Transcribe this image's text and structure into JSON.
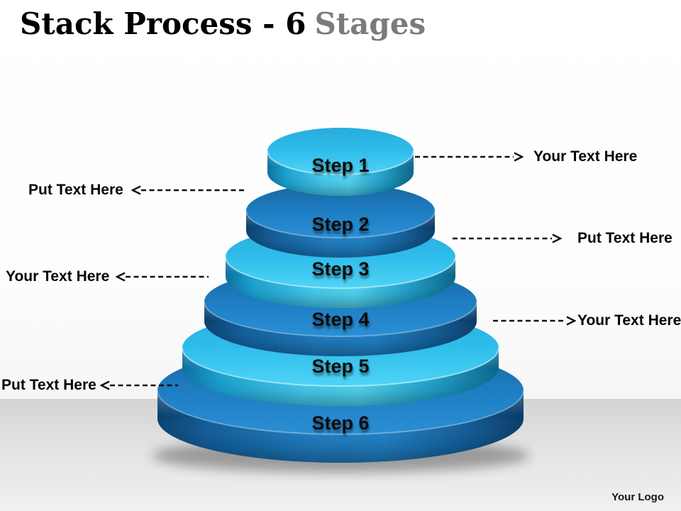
{
  "title": {
    "black": "Stack Process - 6",
    "gray": "Stages"
  },
  "steps": [
    {
      "label": "Step 1"
    },
    {
      "label": "Step 2"
    },
    {
      "label": "Step 3"
    },
    {
      "label": "Step 4"
    },
    {
      "label": "Step 5"
    },
    {
      "label": "Step 6"
    }
  ],
  "callouts": [
    {
      "text": "Your Text Here",
      "side": "right"
    },
    {
      "text": "Put Text Here",
      "side": "left"
    },
    {
      "text": "Put Text Here",
      "side": "right"
    },
    {
      "text": "Your Text Here",
      "side": "left"
    },
    {
      "text": "Your Text Here",
      "side": "right"
    },
    {
      "text": "Put Text Here",
      "side": "left"
    }
  ],
  "logo": "Your Logo",
  "colors": {
    "light_disc": "#29b6e4",
    "dark_disc": "#1b76bd",
    "title_black": "#000000",
    "title_gray": "#7b7b7b",
    "floor_band": "#d4d4d4",
    "arrow": "#111111"
  }
}
